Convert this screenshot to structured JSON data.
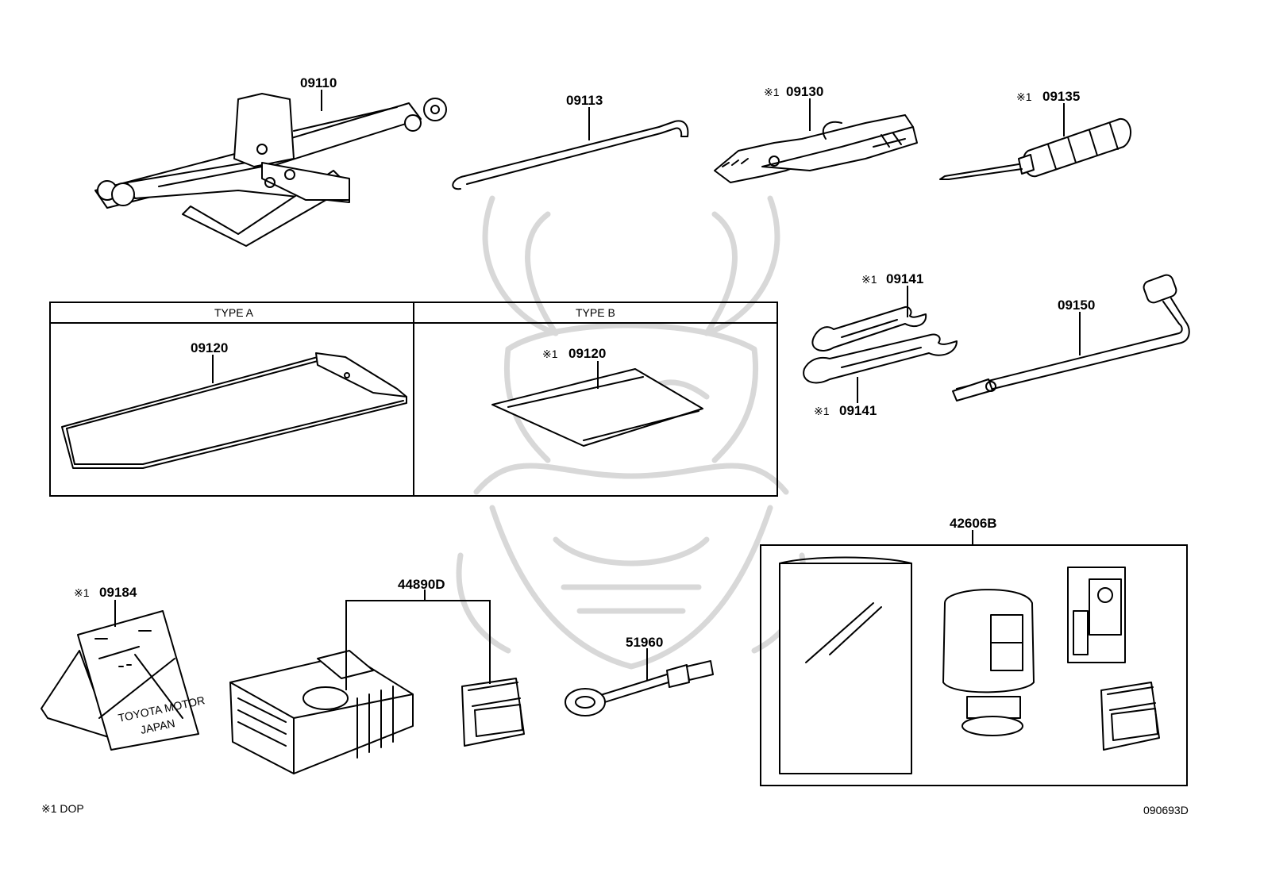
{
  "labels": {
    "jack": "09110",
    "hook": "09113",
    "pliers": "09130",
    "pliers_mark": "※1",
    "screwdriver": "09135",
    "screwdriver_mark": "※1",
    "wrench_top": "09141",
    "wrench_top_mark": "※1",
    "wrench_bottom": "09141",
    "wrench_bottom_mark": "※1",
    "lug_wrench": "09150",
    "bag_a": "09120",
    "bag_b": "09120",
    "bag_b_mark": "※1",
    "triangle": "09184",
    "triangle_mark": "※1",
    "compressor_kit": "44890D",
    "eye_tool": "51960",
    "repair_kit": "42606B"
  },
  "table": {
    "type_a": "TYPE A",
    "type_b": "TYPE B"
  },
  "plate_text": {
    "line1": "TOYOTA MOTOR",
    "line2": "JAPAN"
  },
  "footer": {
    "note": "※1 DOP",
    "code": "090693D"
  }
}
